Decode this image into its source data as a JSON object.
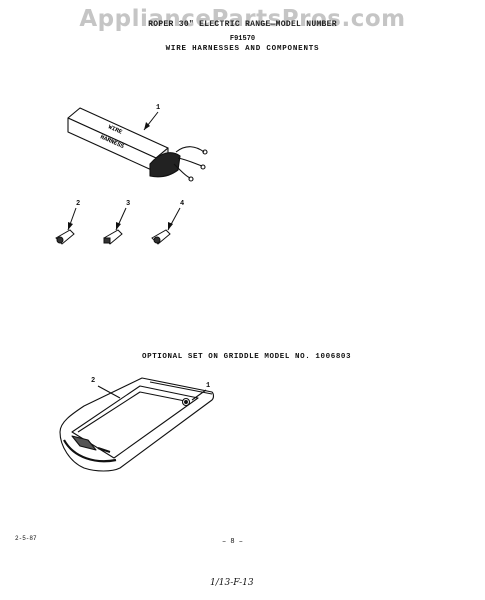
{
  "header": {
    "watermark": "AppliancePartsPros.com",
    "model_line": "ROPER 30\" ELECTRIC RANGE—MODEL NUMBER",
    "code": "F91570",
    "title": "WIRE HARNESSES AND COMPONENTS"
  },
  "parts_top": {
    "box_label_line1": "WIRE",
    "box_label_line2": "HARNESS",
    "callouts": [
      "1",
      "2",
      "3",
      "4"
    ]
  },
  "section_griddle": {
    "title": "OPTIONAL SET ON GRIDDLE MODEL NO. 1006803",
    "callouts": [
      "2",
      "1"
    ]
  },
  "footer": {
    "date_code": "2-5-87",
    "page_number": "– 8 –",
    "handwritten": "1/13-F-13"
  }
}
